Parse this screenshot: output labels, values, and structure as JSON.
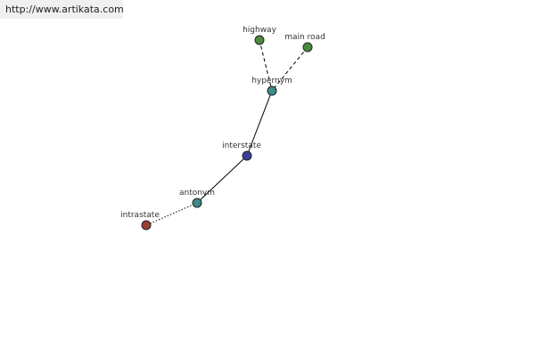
{
  "header": {
    "url": "http://www.artikata.com"
  },
  "graph": {
    "nodes": [
      {
        "id": "highway",
        "label": "highway",
        "color": "#4a8a3e"
      },
      {
        "id": "main_road",
        "label": "main road",
        "color": "#4a8a3e"
      },
      {
        "id": "hypernym",
        "label": "hypernym",
        "color": "#3f8a8a"
      },
      {
        "id": "interstate",
        "label": "interstate",
        "color": "#3a3f9a"
      },
      {
        "id": "antonym",
        "label": "antonym",
        "color": "#3f8a8a"
      },
      {
        "id": "intrastate",
        "label": "intrastate",
        "color": "#9a3f34"
      }
    ],
    "edges": [
      {
        "from": "highway",
        "to": "hypernym",
        "style": "dashed"
      },
      {
        "from": "main_road",
        "to": "hypernym",
        "style": "dashed"
      },
      {
        "from": "hypernym",
        "to": "interstate",
        "style": "solid"
      },
      {
        "from": "interstate",
        "to": "antonym",
        "style": "solid"
      },
      {
        "from": "antonym",
        "to": "intrastate",
        "style": "dotted"
      }
    ]
  }
}
